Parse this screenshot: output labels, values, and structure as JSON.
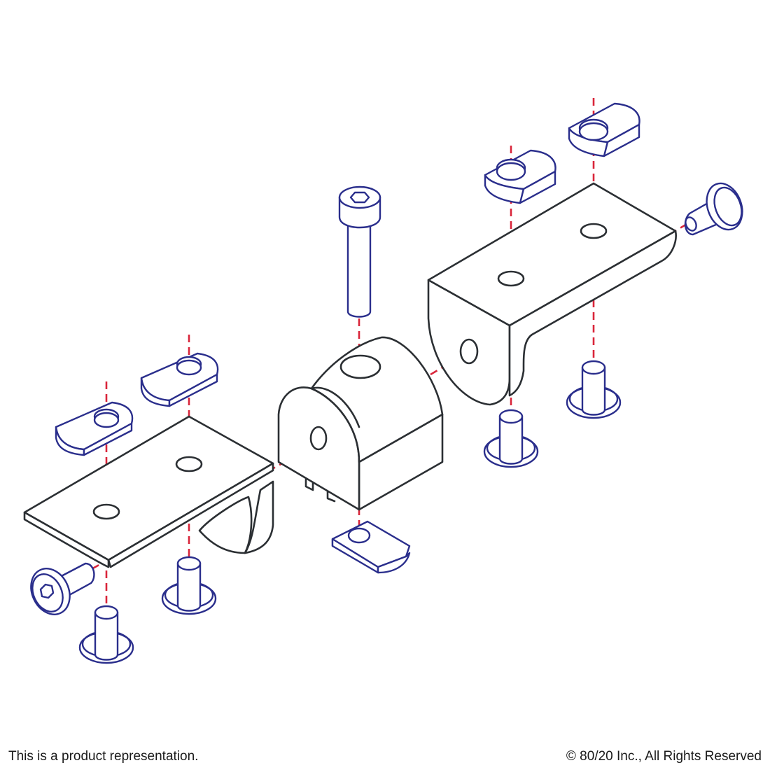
{
  "caption_left": "This is a product representation.",
  "caption_right": "© 80/20 Inc., All Rights Reserved",
  "colors": {
    "body_outline": "#2b2f33",
    "hardware_outline": "#2a2e8c",
    "axis_line": "#d9253a",
    "background": "#ffffff"
  },
  "parts": [
    "left-bracket",
    "center-pivot-block",
    "right-bracket",
    "socket-head-cap-screw",
    "t-nut",
    "button-head-screw",
    "flanged-sleeve"
  ]
}
